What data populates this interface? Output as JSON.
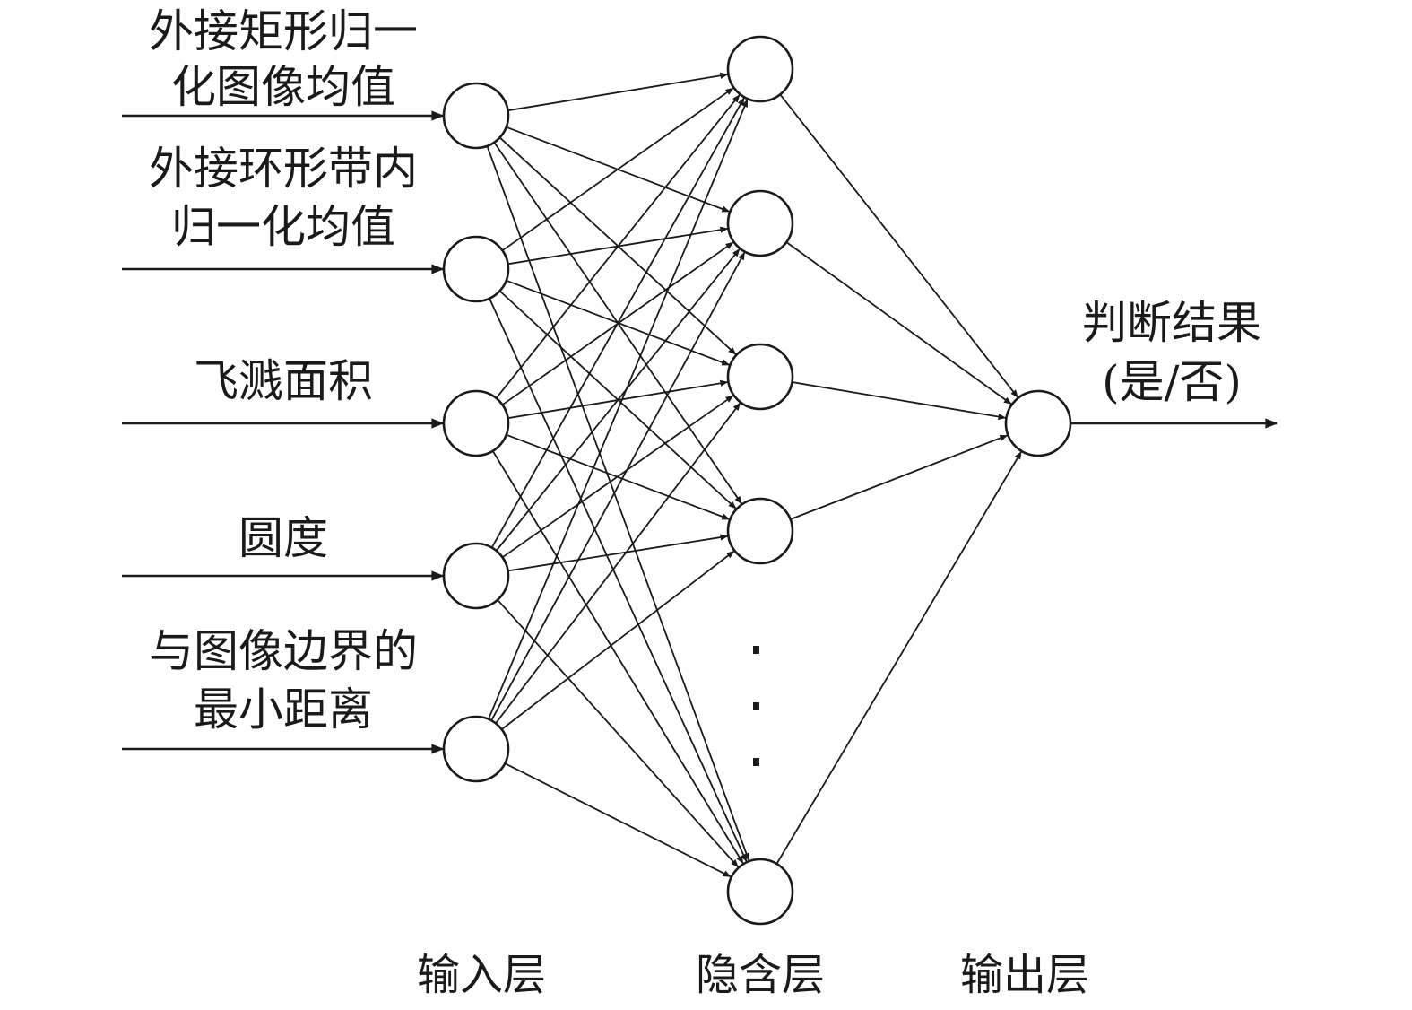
{
  "input_labels": [
    [
      "外接矩形归一",
      "化图像均值"
    ],
    [
      "外接环形带内",
      "归一化均值"
    ],
    [
      "飞溅面积"
    ],
    [
      "圆度"
    ],
    [
      "与图像边界的",
      "最小距离"
    ]
  ],
  "output_label": [
    "判断结果",
    "(是/否)"
  ],
  "layer_labels": {
    "input": "输入层",
    "hidden": "隐含层",
    "output": "输出层"
  },
  "hidden_ellipsis": "⋮",
  "colors": {
    "stroke": "#1a1a1a",
    "background": "#ffffff"
  }
}
